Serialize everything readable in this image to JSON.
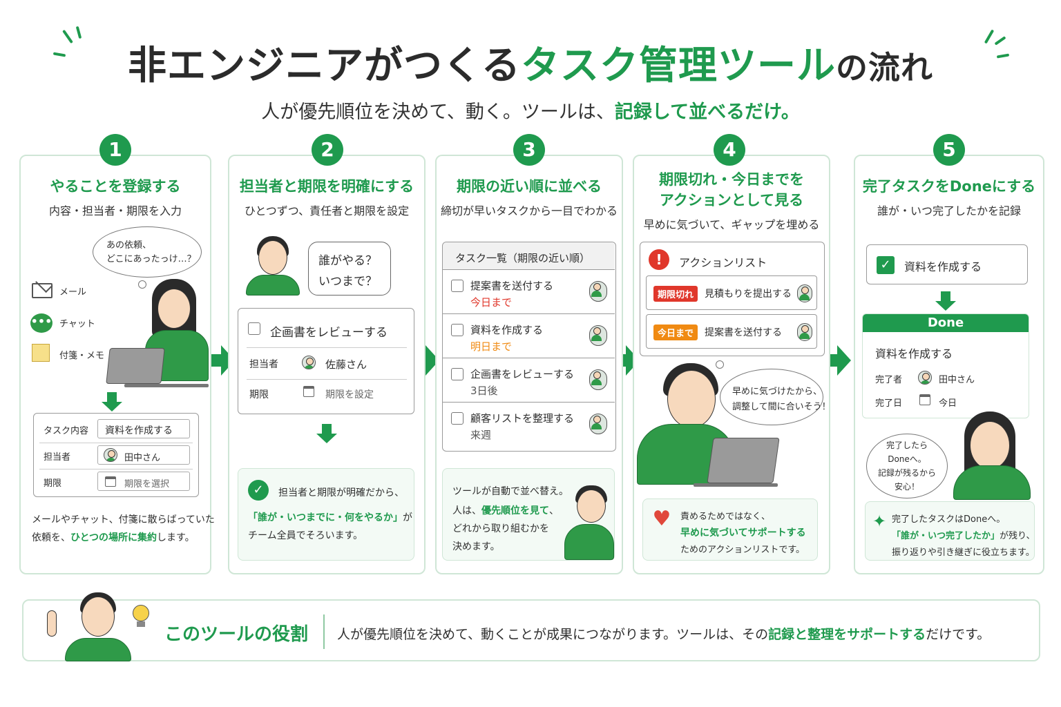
{
  "header": {
    "title_part1": "非エンジニアがつくる",
    "title_part2": "タスク管理ツール",
    "title_part3": "の流れ",
    "subtitle_part1": "人が優先順位を決めて、動く。ツールは、",
    "subtitle_part2": "記録して並べるだけ。"
  },
  "steps": [
    {
      "number": "1",
      "title": "やることを登録する",
      "subtitle": "内容・担当者・期限を入力",
      "thought": [
        "あの依頼、",
        "どこにあったっけ…？"
      ],
      "sources": [
        "メール",
        "チャット",
        "付箋・メモ"
      ],
      "form": {
        "task_label": "タスク内容",
        "task_value": "資料を作成する",
        "owner_label": "担当者",
        "owner_value": "田中さん",
        "due_label": "期限",
        "due_placeholder": "期限を選択"
      },
      "note_line1": "メールやチャット、付箋に散らばっていた",
      "note_line2_pre": "依頼を、",
      "note_line2_green": "ひとつの場所に集約",
      "note_line2_post": "します。"
    },
    {
      "number": "2",
      "title": "担当者と期限を明確にする",
      "subtitle": "ひとつずつ、責任者と期限を設定",
      "speech": [
        "誰がやる？",
        "いつまで？"
      ],
      "form": {
        "task": "企画書をレビューする",
        "owner_label": "担当者",
        "owner_value": "佐藤さん",
        "due_label": "期限",
        "due_placeholder": "期限を設定"
      },
      "note_line1": "担当者と期限が明確だから、",
      "note_line2_green": "「誰が・いつまでに・何をやるか」",
      "note_line2_post": "が",
      "note_line3": "チーム全員でそろいます。"
    },
    {
      "number": "3",
      "title": "期限の近い順に並べる",
      "subtitle": "締切が早いタスクから一目でわかる",
      "list_header": "タスク一覧（期限の近い順）",
      "tasks": [
        {
          "name": "提案書を送付する",
          "due": "今日まで",
          "color": "#e0372b"
        },
        {
          "name": "資料を作成する",
          "due": "明日まで",
          "color": "#f08a12"
        },
        {
          "name": "企画書をレビューする",
          "due": "3日後",
          "color": "#555555"
        },
        {
          "name": "顧客リストを整理する",
          "due": "来週",
          "color": "#555555"
        }
      ],
      "note_line1": "ツールが自動で並べ替え。",
      "note_line2_pre": "人は、",
      "note_line2_green": "優先順位を見て",
      "note_line2_post": "、",
      "note_line3": "どれから取り組むかを",
      "note_line4": "決めます。"
    },
    {
      "number": "4",
      "title_line1": "期限切れ・今日までを",
      "title_line2": "アクションとして見る",
      "subtitle": "早めに気づいて、ギャップを埋める",
      "list_header": "アクションリスト",
      "actions": [
        {
          "tag": "期限切れ",
          "tag_color": "#e0372b",
          "name": "見積もりを提出する"
        },
        {
          "tag": "今日まで",
          "tag_color": "#f08a12",
          "name": "提案書を送付する"
        }
      ],
      "thought": [
        "早めに気づけたから、",
        "調整して間に合いそう！"
      ],
      "note_line1": "責めるためではなく、",
      "note_line2_green": "早めに気づいてサポートする",
      "note_line3": "ためのアクションリストです。"
    },
    {
      "number": "5",
      "title": "完了タスクをDoneにする",
      "subtitle": "誰が・いつ完了したかを記録",
      "checked_task": "資料を作成する",
      "done_label": "Done",
      "done_task": "資料を作成する",
      "done_owner_label": "完了者",
      "done_owner_value": "田中さん",
      "done_date_label": "完了日",
      "done_date_value": "今日",
      "speech": [
        "完了したら",
        "Doneへ。",
        "記録が残るから",
        "安心！"
      ],
      "note_line1": "完了したタスクはDoneへ。",
      "note_line2_green": "「誰が・いつ完了したか」",
      "note_line2_post": "が残り、",
      "note_line3": "振り返りや引き継ぎに役立ちます。"
    }
  ],
  "footer": {
    "label": "このツールの役割",
    "text_pre": "人が優先順位を決めて、動くことが成果につながります。ツールは、その",
    "text_green": "記録と整理をサポートする",
    "text_post": "だけです。"
  },
  "colors": {
    "accent": "#1f9a4e",
    "overdue": "#e0372b",
    "today": "#f08a12"
  }
}
